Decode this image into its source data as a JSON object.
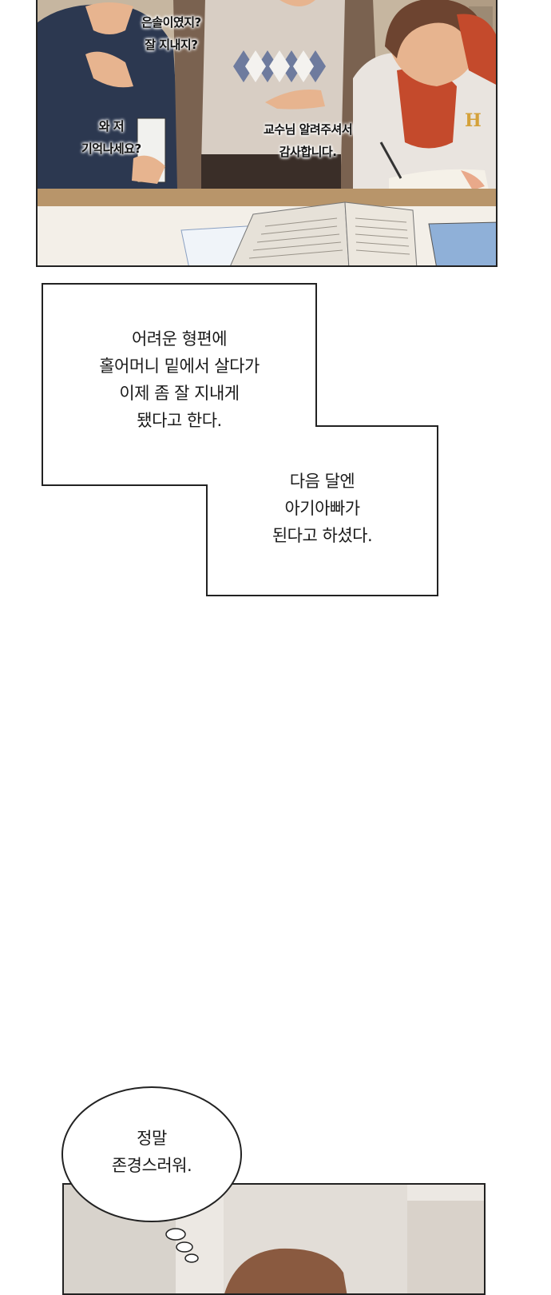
{
  "panel_top": {
    "dialogue": [
      [
        "은솔이였지?",
        "잘 지내지?"
      ],
      [
        "와 저",
        "기억나세요?"
      ],
      [
        "교수님 알려주셔서",
        "감사합니다."
      ]
    ]
  },
  "narration": {
    "box_1": [
      "어려운 형편에",
      "홀어머니 밑에서 살다가",
      "이제 좀 잘 지내게",
      "됐다고 한다."
    ],
    "box_2": [
      "다음 달엔",
      "아기아빠가",
      "된다고 하셨다."
    ]
  },
  "thought_bubble": {
    "lines": [
      "정말",
      "존경스러워."
    ]
  },
  "colors": {
    "outline": "#222222",
    "hoodie_navy": "#2c3850",
    "cardigan_brown": "#7a6250",
    "scarf_red": "#c44a2c",
    "desk_wood": "#b8956a"
  }
}
